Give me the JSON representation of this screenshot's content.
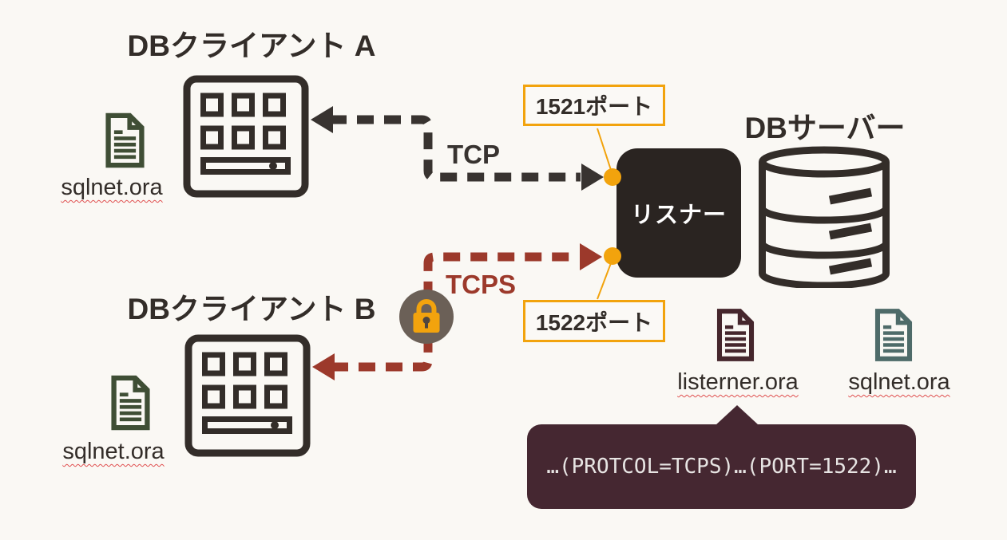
{
  "clients": {
    "a": {
      "title": "DBクライアント A",
      "file": "sqlnet.ora"
    },
    "b": {
      "title": "DBクライアント B",
      "file": "sqlnet.ora"
    }
  },
  "server": {
    "title": "DBサーバー",
    "listener_label": "リスナー",
    "listener_file": "listerner.ora",
    "server_file": "sqlnet.ora"
  },
  "connections": {
    "tcp": {
      "label": "TCP",
      "port": "1521ポート"
    },
    "tcps": {
      "label": "TCPS",
      "port": "1522ポート"
    }
  },
  "callout": {
    "text": "…(PROTCOL=TCPS)…(PORT=1522)…"
  },
  "icons": {
    "client_machine": "computer-icon",
    "config_file": "document-file-icon",
    "database": "database-cylinder-icon",
    "encryption": "lock-icon",
    "port_endpoint": "port-dot-icon"
  },
  "colors": {
    "background": "#FAF8F4",
    "dark": "#332D29",
    "listener_bg": "#2A2421",
    "listener_text": "#FFFFFF",
    "tcp": "#383330",
    "tcps": "#9C392B",
    "amber": "#F2A30D",
    "port_box_bg": "#FBF9F6",
    "green_doc": "#3F4E35",
    "teal_doc": "#4E6B69",
    "maroon_doc": "#45262C",
    "callout_bg": "#452731",
    "callout_text": "#E7E4E3",
    "lock_gray": "#6B6057",
    "lock_keyhole": "#4F463F",
    "squiggle": "#E05050"
  }
}
